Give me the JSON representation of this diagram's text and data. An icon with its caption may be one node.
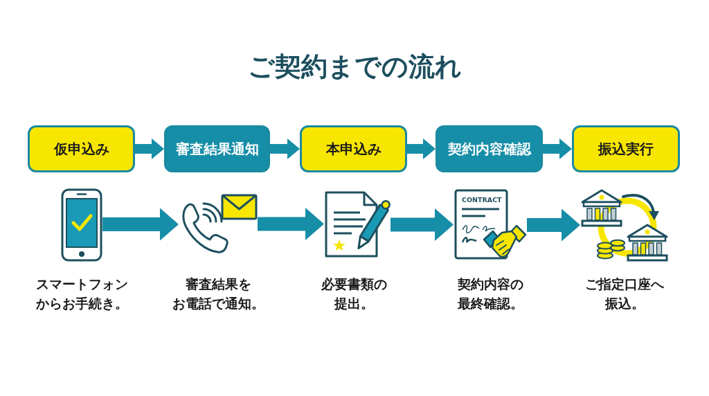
{
  "diagram": {
    "title": "ご契約までの流れ",
    "nodes": [
      {
        "text": [
          "仮申込み"
        ]
      },
      {
        "text": [
          "審査結果通知"
        ]
      },
      {
        "text": [
          "本申込み"
        ]
      },
      {
        "text": [
          "契約内容確認"
        ]
      },
      {
        "text": [
          "振込実行"
        ]
      },
      {
        "text": [],
        "shape": "picture",
        "beside": [
          "スマートフォンからお手続き。"
        ]
      },
      {
        "text": [],
        "shape": "picture",
        "beside": [
          "審査結果をお電話で通知。"
        ]
      },
      {
        "text": [],
        "shape": "picture",
        "beside": [
          "必要書類の提出。"
        ]
      },
      {
        "text": [],
        "shape": "picture",
        "beside": [
          "契約内容の最終確認。"
        ]
      },
      {
        "text": [],
        "shape": "picture",
        "beside": [
          "ご指定口座へ振込。"
        ]
      }
    ],
    "edges": [
      {
        "from": 0,
        "to": 1,
        "arrow": "to"
      },
      {
        "from": 1,
        "to": 2,
        "arrow": "to"
      },
      {
        "from": 2,
        "to": 3,
        "arrow": "to"
      },
      {
        "from": 3,
        "to": 4,
        "arrow": "to"
      },
      {
        "from": 5,
        "to": 6,
        "arrow": "to"
      },
      {
        "from": 6,
        "to": 7,
        "arrow": "to"
      },
      {
        "from": 7,
        "to": 8,
        "arrow": "to"
      },
      {
        "from": 8,
        "to": 9,
        "arrow": "to"
      }
    ],
    "labels": [
      "CONTRACT"
    ]
  }
}
